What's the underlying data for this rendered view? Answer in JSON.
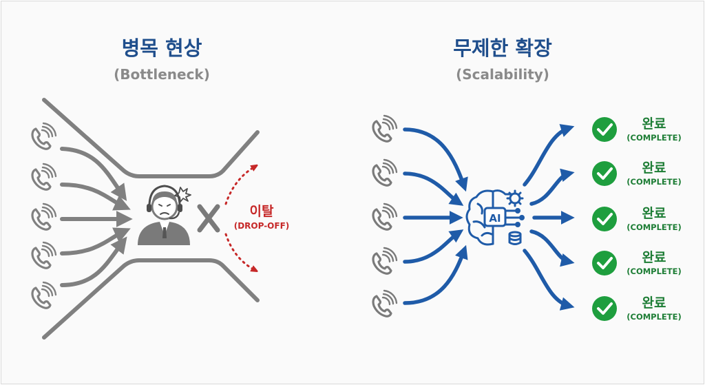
{
  "left": {
    "title": "병목 현상",
    "subtitle": "(Bottleneck)",
    "dropoff_label": "이탈",
    "dropoff_sub": "(DROP-OFF)",
    "call_count": 5
  },
  "right": {
    "title": "무제한 확장",
    "subtitle": "(Scalability)",
    "ai_label": "AI",
    "call_count": 5,
    "completions": [
      {
        "label": "완료",
        "sub": "(COMPLETE)"
      },
      {
        "label": "완료",
        "sub": "(COMPLETE)"
      },
      {
        "label": "완료",
        "sub": "(COMPLETE)"
      },
      {
        "label": "완료",
        "sub": "(COMPLETE)"
      },
      {
        "label": "완료",
        "sub": "(COMPLETE)"
      }
    ]
  },
  "colors": {
    "title_blue": "#1f4e8c",
    "subtitle_gray": "#8a8a8a",
    "funnel_gray": "#808080",
    "flow_blue": "#1f5ba8",
    "dropoff_red": "#c62828",
    "complete_green": "#1e9e3e",
    "complete_text": "#1d7d35"
  }
}
